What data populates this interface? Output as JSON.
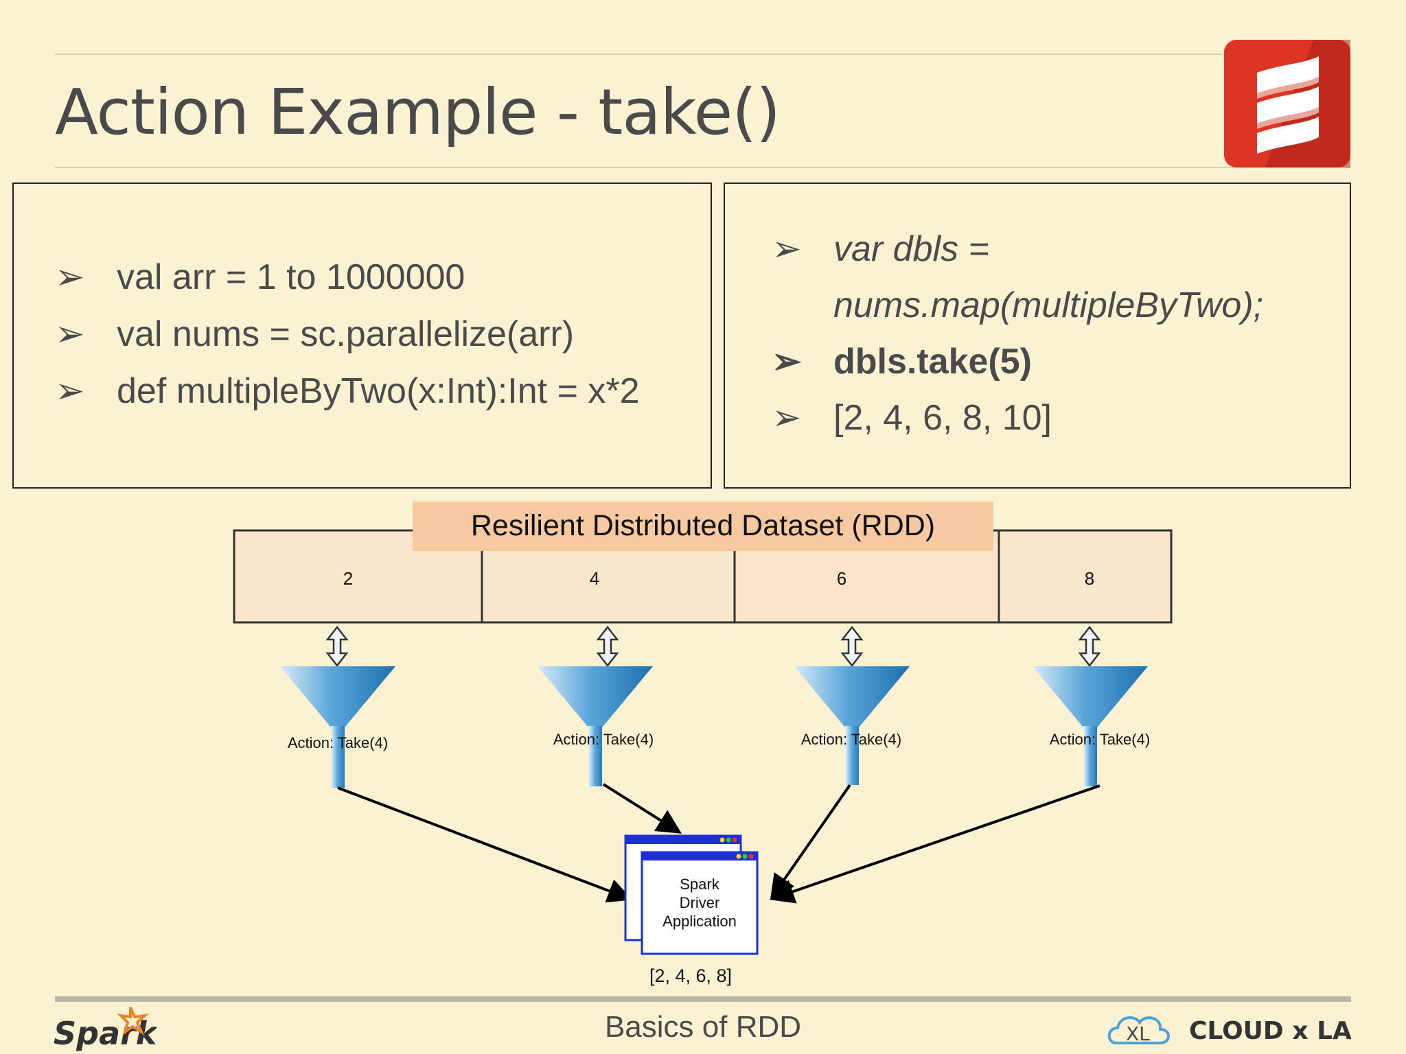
{
  "title": "Action Example - take()",
  "left_box": {
    "lines": [
      "val arr = 1 to 1000000",
      "val nums = sc.parallelize(arr)",
      "def multipleByTwo(x:Int):Int = x*2"
    ]
  },
  "right_box": {
    "line1a": "var dbls =",
    "line1b": "nums.map(multipleByTwo);",
    "line2": "dbls.take(5)",
    "line3": "[2, 4, 6, 8, 10]"
  },
  "bullet_glyph": "➢",
  "diagram": {
    "rdd_label": "Resilient Distributed Dataset (RDD)",
    "partitions": [
      "2",
      "4",
      "6",
      "8"
    ],
    "funnel_labels": [
      "Action: Take(4)",
      "Action: Take(4)",
      "Action: Take(4)",
      "Action: Take(4)"
    ],
    "driver_lines": [
      "Spark",
      "Driver",
      "Application"
    ],
    "result": "[2, 4, 6, 8]"
  },
  "footer": {
    "center": "Basics of RDD",
    "left_logo": "Spark",
    "right_logo_mark": "XL",
    "right_logo_text": "CLOUD x LAB"
  },
  "colors": {
    "background": "#fbf1d3",
    "highlight": "#f39c1e",
    "scala_red": "#de3423",
    "rdd_header": "#f7c9a0",
    "funnel": "#3f8fc8",
    "driver_blue": "#1f2fd6"
  }
}
